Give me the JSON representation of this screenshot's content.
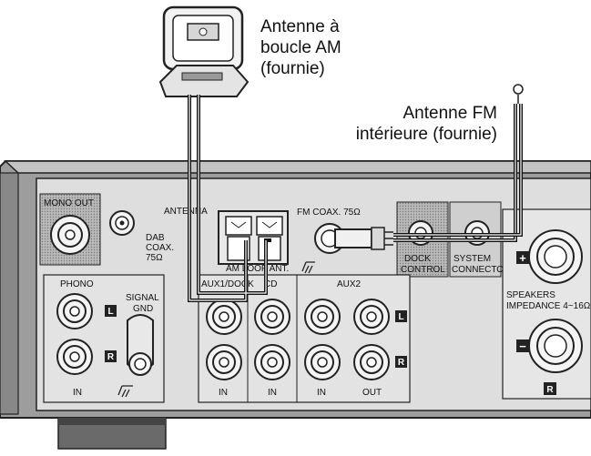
{
  "callouts": {
    "am_antenna": [
      "Antenne à",
      "boucle AM",
      "(fournie)"
    ],
    "fm_antenna": [
      "Antenne FM",
      "intérieure (fournie)"
    ]
  },
  "panel": {
    "mono_out": "MONO OUT",
    "antenna": "ANTENNA",
    "dab_coax": [
      "DAB",
      "COAX.",
      "75Ω"
    ],
    "fm_coax": "FM COAX. 75Ω",
    "am_loop_ant": "AM LOOP ANT.",
    "dock_control": [
      "DOCK",
      "CONTROL"
    ],
    "system_connector": [
      "SYSTEM",
      "CONNECTOR"
    ],
    "phono": "PHONO",
    "signal_gnd": [
      "SIGNAL",
      "GND"
    ],
    "aux1_dock": "AUX1/DOCK",
    "cd": "CD",
    "aux2": "AUX2",
    "speakers": [
      "SPEAKERS",
      "IMPEDANCE 4~16Ω"
    ],
    "in_label": "IN",
    "out_label": "OUT",
    "left_badge": "L",
    "right_badge": "R",
    "plus_badge": "+",
    "minus_badge": "−"
  }
}
